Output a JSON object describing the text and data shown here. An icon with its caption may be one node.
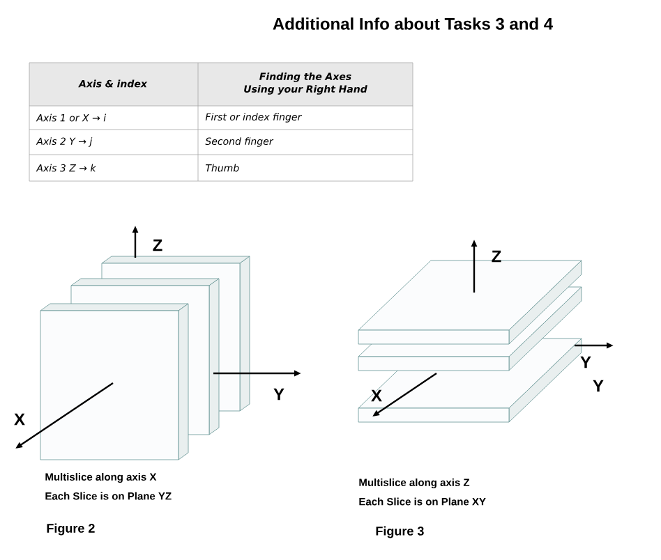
{
  "diagram": {
    "title": "Additional Info about Tasks 3 and 4",
    "labels": [
      "Axis & index",
      "Finding the Axes Using your Right Hand",
      "Axis 1 or X → i",
      "First or index finger",
      "Axis 2 Y → j",
      "Second finger",
      "Axis 3 Z → k",
      "Thumb",
      "Z",
      "Y",
      "X",
      "Multislice along axis X",
      "Each Slice is on Plane YZ",
      "Figure 2",
      "Z",
      "Y",
      "Y",
      "X",
      "Multislice along axis Z",
      "Each Slice is on Plane XY",
      "Figure 3"
    ]
  }
}
